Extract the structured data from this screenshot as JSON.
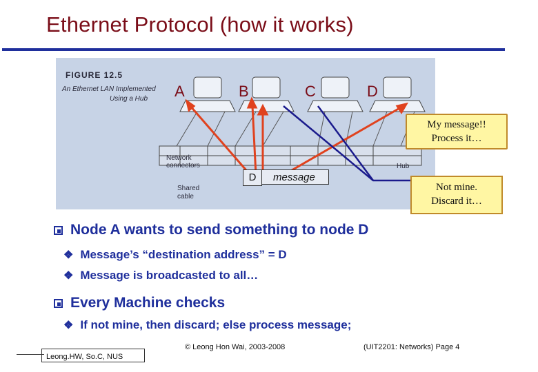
{
  "slide": {
    "title": "Ethernet Protocol (how it works)",
    "figure": {
      "caption_number": "FIGURE 12.5",
      "caption_line1": "An Ethernet LAN Implemented",
      "caption_line2": "Using a Hub",
      "label_network": "Network",
      "label_connectors": "connectors",
      "label_shared": "Shared",
      "label_cable": "cable",
      "label_hub": "Hub",
      "nodes": [
        "A",
        "B",
        "C",
        "D"
      ],
      "frame_dest": "D",
      "frame_message": "message"
    },
    "callouts": {
      "process_line1": "My message!!",
      "process_line2": "Process it…",
      "discard_line1": "Not mine.",
      "discard_line2": "Discard it…"
    },
    "bullets": [
      {
        "text": "Node A wants to send something to node D",
        "sub": [
          "Message’s “destination address” = D",
          "Message is broadcasted to all…"
        ]
      },
      {
        "text": "Every Machine checks",
        "sub": [
          "If not mine, then discard;  else process message;"
        ]
      }
    ],
    "footer": {
      "left": "Leong.HW, So.C, NUS",
      "center": "© Leong Hon Wai, 2003-2008",
      "right": "(UIT2201: Networks) Page 4"
    },
    "colors": {
      "title": "#7a0d18",
      "accent": "#1f2f9c",
      "callout_bg": "#fff6a3",
      "arrow_red": "#e0421e",
      "arrow_blue": "#1a1a8c"
    }
  }
}
